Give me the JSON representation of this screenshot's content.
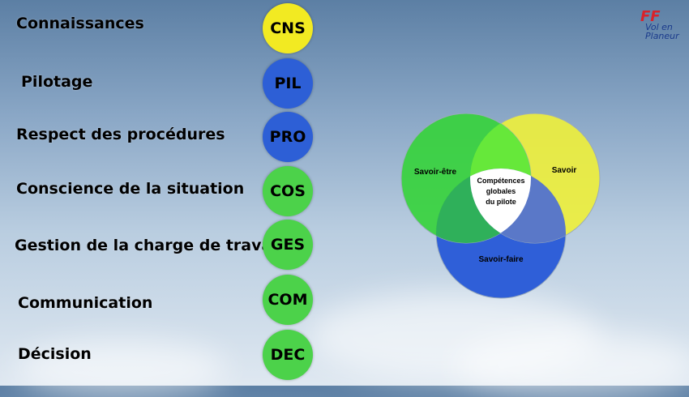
{
  "competencies": [
    {
      "label": "Connaissances",
      "code": "CNS",
      "color": "#f2ea22"
    },
    {
      "label": "Pilotage",
      "code": "PIL",
      "color": "#2d5fd6"
    },
    {
      "label": "Respect des procédures",
      "code": "PRO",
      "color": "#2d5fd6"
    },
    {
      "label": "Conscience de la situation",
      "code": "COS",
      "color": "#4cd24a"
    },
    {
      "label": "Gestion de la charge de travail",
      "code": "GES",
      "color": "#4cd24a"
    },
    {
      "label": "Communication",
      "code": "COM",
      "color": "#4cd24a"
    },
    {
      "label": "Décision",
      "code": "DEC",
      "color": "#4cd24a"
    }
  ],
  "venn": {
    "left_label": "Savoir-être",
    "right_label": "Savoir",
    "bottom_label": "Savoir-faire",
    "center_line1": "Compétences",
    "center_line2": "globales",
    "center_line3": "du pilote",
    "colors": {
      "green": "#35d33a",
      "yellow": "#eef03a",
      "blue": "#2f5fd8",
      "center": "#ffffff"
    }
  },
  "logo": {
    "ff": "FF",
    "line1": "Vol en",
    "line2": "Planeur"
  }
}
